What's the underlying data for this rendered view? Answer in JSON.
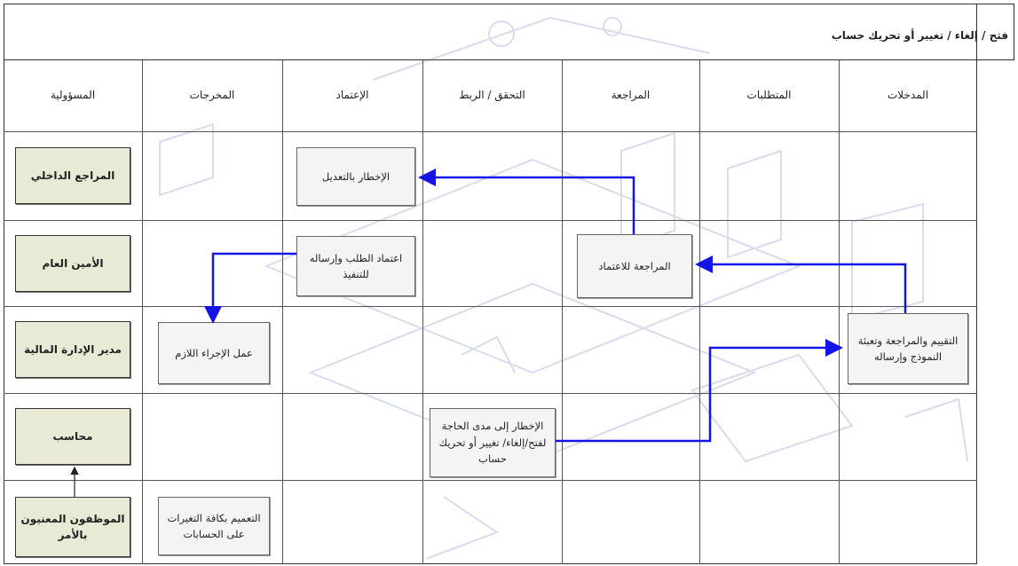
{
  "title": "فتح / إلغاء / تغيير أو تحريك حساب",
  "columns": {
    "responsibility": "المسؤولية",
    "outputs": "المخرجات",
    "approval": "الإعتماد",
    "verification": "التحقق  /  الربط",
    "review": "المراجعة",
    "requirements": "المتطلبات",
    "inputs": "المدخلات"
  },
  "roles": {
    "internal_auditor": "المراجع الداخلي",
    "secretary_general": "الأمين العام",
    "finance_director": "مدير الإدارة المالية",
    "accountant": "محاسب",
    "concerned_staff": "الموظفون المعنيون بالأمر"
  },
  "steps": {
    "notify_amendment": "الإخطار بالتعديل",
    "approve_send": "اعتماد الطلب وإرساله للتنفيذ",
    "review_approval": "المراجعة للاعتماد",
    "fill_review_send": "التقييم والمراجعة وتعبئة النموذج وإرساله",
    "take_action": "عمل الإجراء اللازم",
    "notify_need": "الإخطار إلى مدى الحاجة لفتح/إلغاء/ تغيير أو تحريك حساب",
    "circulate": "التعميم بكافة التغيرات على الحسابات"
  },
  "colors": {
    "arrow": "#1414e6",
    "role_fill": "#e9ead6",
    "box_fill": "#f4f4f4",
    "grid": "#555555",
    "watermark": "#d8dcec"
  }
}
